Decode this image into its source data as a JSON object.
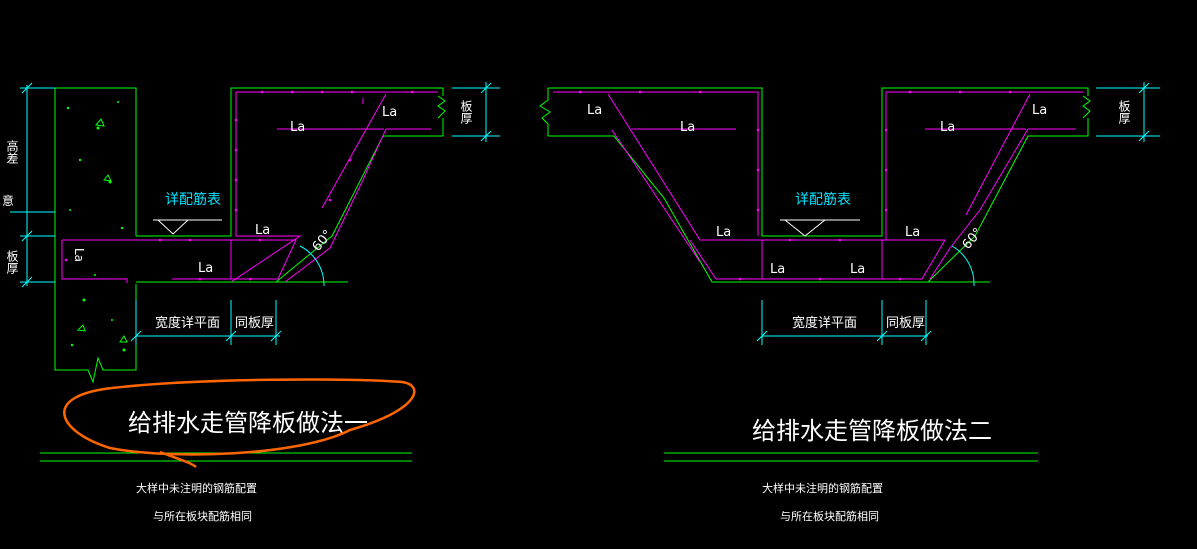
{
  "colors": {
    "background": "#000000",
    "concrete_outline": "#00ff00",
    "rebar": "#ff00ff",
    "dimension": "#00ffff",
    "text_white": "#ffffff",
    "text_cyan": "#00e5ff",
    "annotation": "#ff6600"
  },
  "detail1": {
    "title": "给排水走管降板做法一",
    "note_line1": "大样中未注明的钢筋配置",
    "note_line2": "与所在板块配筋相同",
    "callout": "详配筋表",
    "angle": "60°",
    "dim_width": "宽度详平面",
    "dim_same_thickness": "同板厚",
    "dim_drop_height": "高差",
    "dim_drop_prefix": "意",
    "dim_slab_left": "板厚",
    "dim_slab_right": "板厚",
    "la_labels": [
      "La",
      "La",
      "La",
      "La",
      "La"
    ]
  },
  "detail2": {
    "title": "给排水走管降板做法二",
    "note_line1": "大样中未注明的钢筋配置",
    "note_line2": "与所在板块配筋相同",
    "callout": "详配筋表",
    "angle": "60°",
    "dim_width": "宽度详平面",
    "dim_same_thickness": "同板厚",
    "dim_slab_right": "板厚",
    "la_labels": [
      "La",
      "La",
      "La",
      "La",
      "La",
      "La",
      "La",
      "La"
    ]
  },
  "annotation": {
    "shape": "hand-drawn ellipse",
    "target": "detail1.title"
  }
}
